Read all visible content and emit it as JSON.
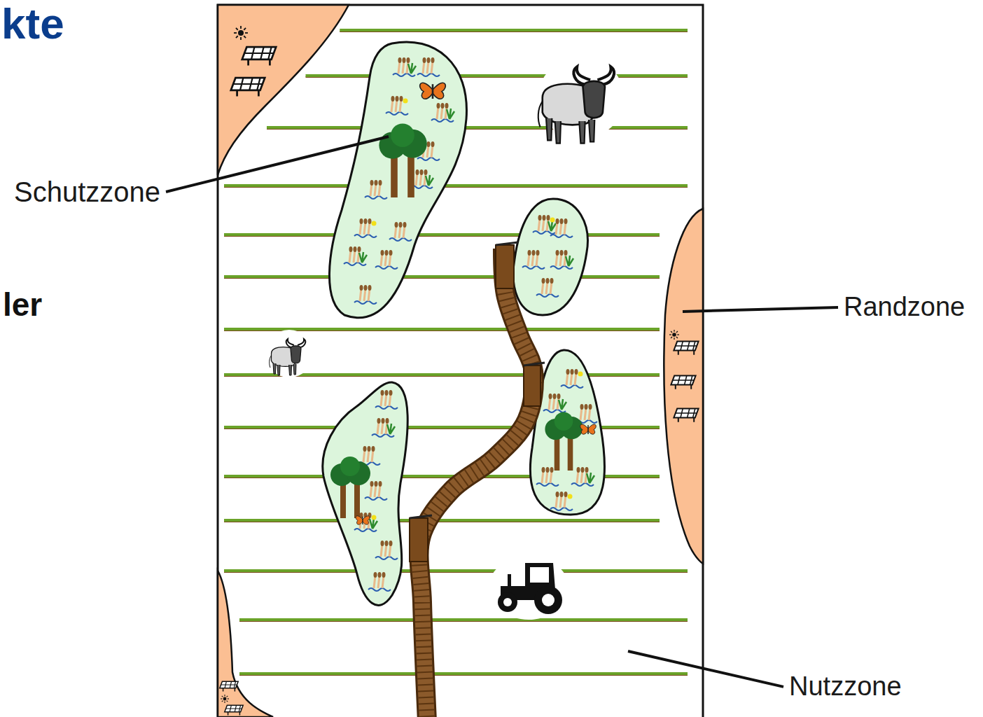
{
  "diagram": {
    "title": "kte",
    "labels": [
      "ler",
      "Schutzzone",
      "Randzone",
      "Nutzzone"
    ]
  }
}
